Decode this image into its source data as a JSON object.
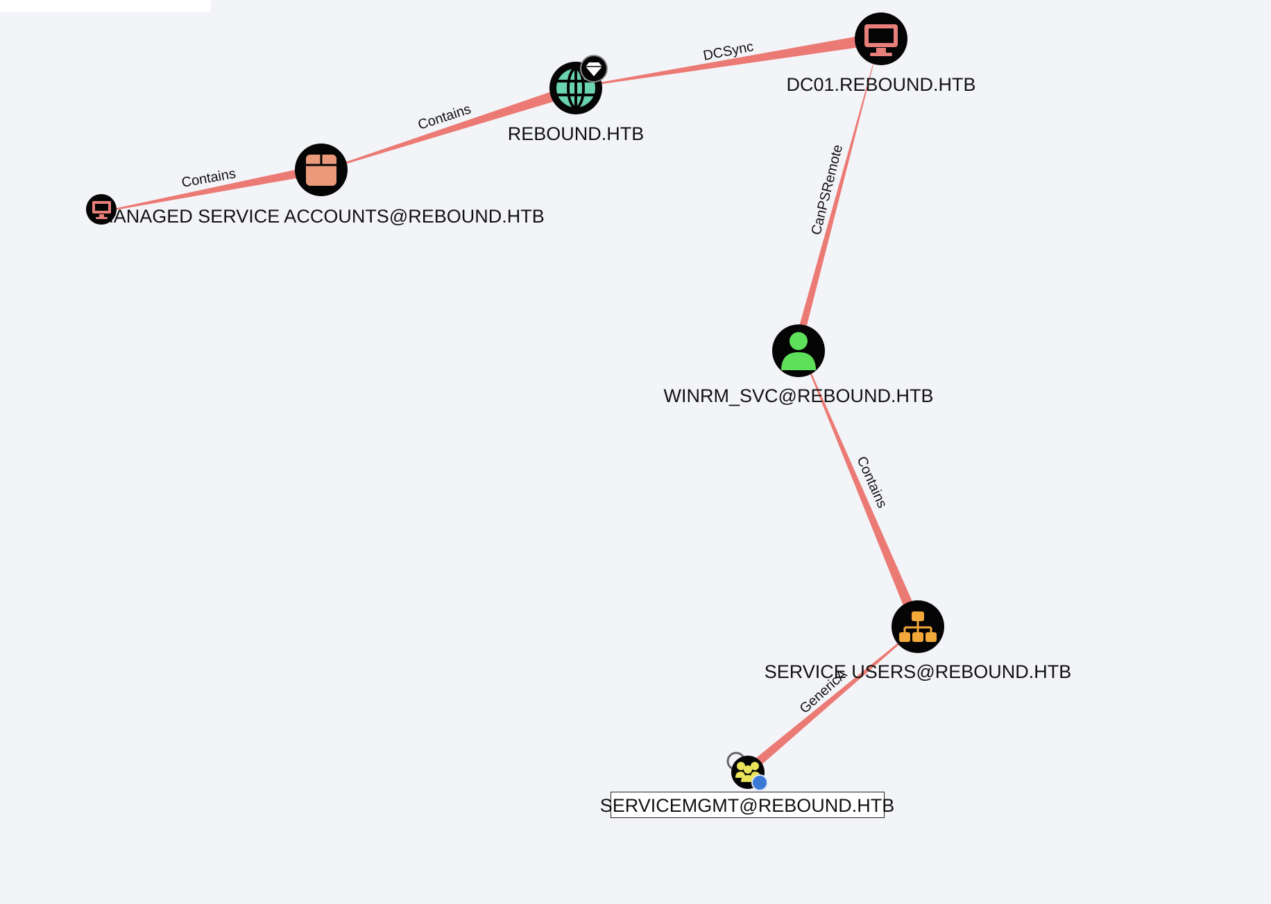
{
  "graph": {
    "edge_color": "#ec7a74",
    "node_fill": "#050505",
    "nodes": [
      {
        "id": "rebound",
        "label": "REBOUND.HTB",
        "icon": "globe-icon",
        "icon_color": "#6ad3b0",
        "badge": "diamond-badge-icon"
      },
      {
        "id": "dc01",
        "label": "DC01.REBOUND.HTB",
        "icon": "monitor-icon",
        "icon_color": "#e77f7a"
      },
      {
        "id": "msa",
        "label": "MANAGED SERVICE ACCOUNTS@REBOUND.HTB",
        "icon": "box-icon",
        "icon_color": "#ea9a7b"
      },
      {
        "id": "small-computer",
        "label": "",
        "icon": "monitor-icon",
        "icon_color": "#e77f7a"
      },
      {
        "id": "winrm",
        "label": "WINRM_SVC@REBOUND.HTB",
        "icon": "user-icon",
        "icon_color": "#5fe05a"
      },
      {
        "id": "service-users",
        "label": "SERVICE USERS@REBOUND.HTB",
        "icon": "org-tree-icon",
        "icon_color": "#f2a93a"
      },
      {
        "id": "servicemgmt",
        "label": "SERVICEMGMT@REBOUND.HTB",
        "icon": "group-icon",
        "icon_color": "#ebe35a",
        "selected": true
      }
    ],
    "edges": [
      {
        "from": "rebound",
        "to": "dc01",
        "label": "DCSync"
      },
      {
        "from": "rebound",
        "to": "msa",
        "label": "Contains"
      },
      {
        "from": "msa",
        "to": "small-computer",
        "label": "Contains"
      },
      {
        "from": "dc01",
        "to": "winrm",
        "label": "CanPSRemote"
      },
      {
        "from": "winrm",
        "to": "service-users",
        "label": "Contains"
      },
      {
        "from": "service-users",
        "to": "servicemgmt",
        "label": "GenericA"
      }
    ]
  }
}
